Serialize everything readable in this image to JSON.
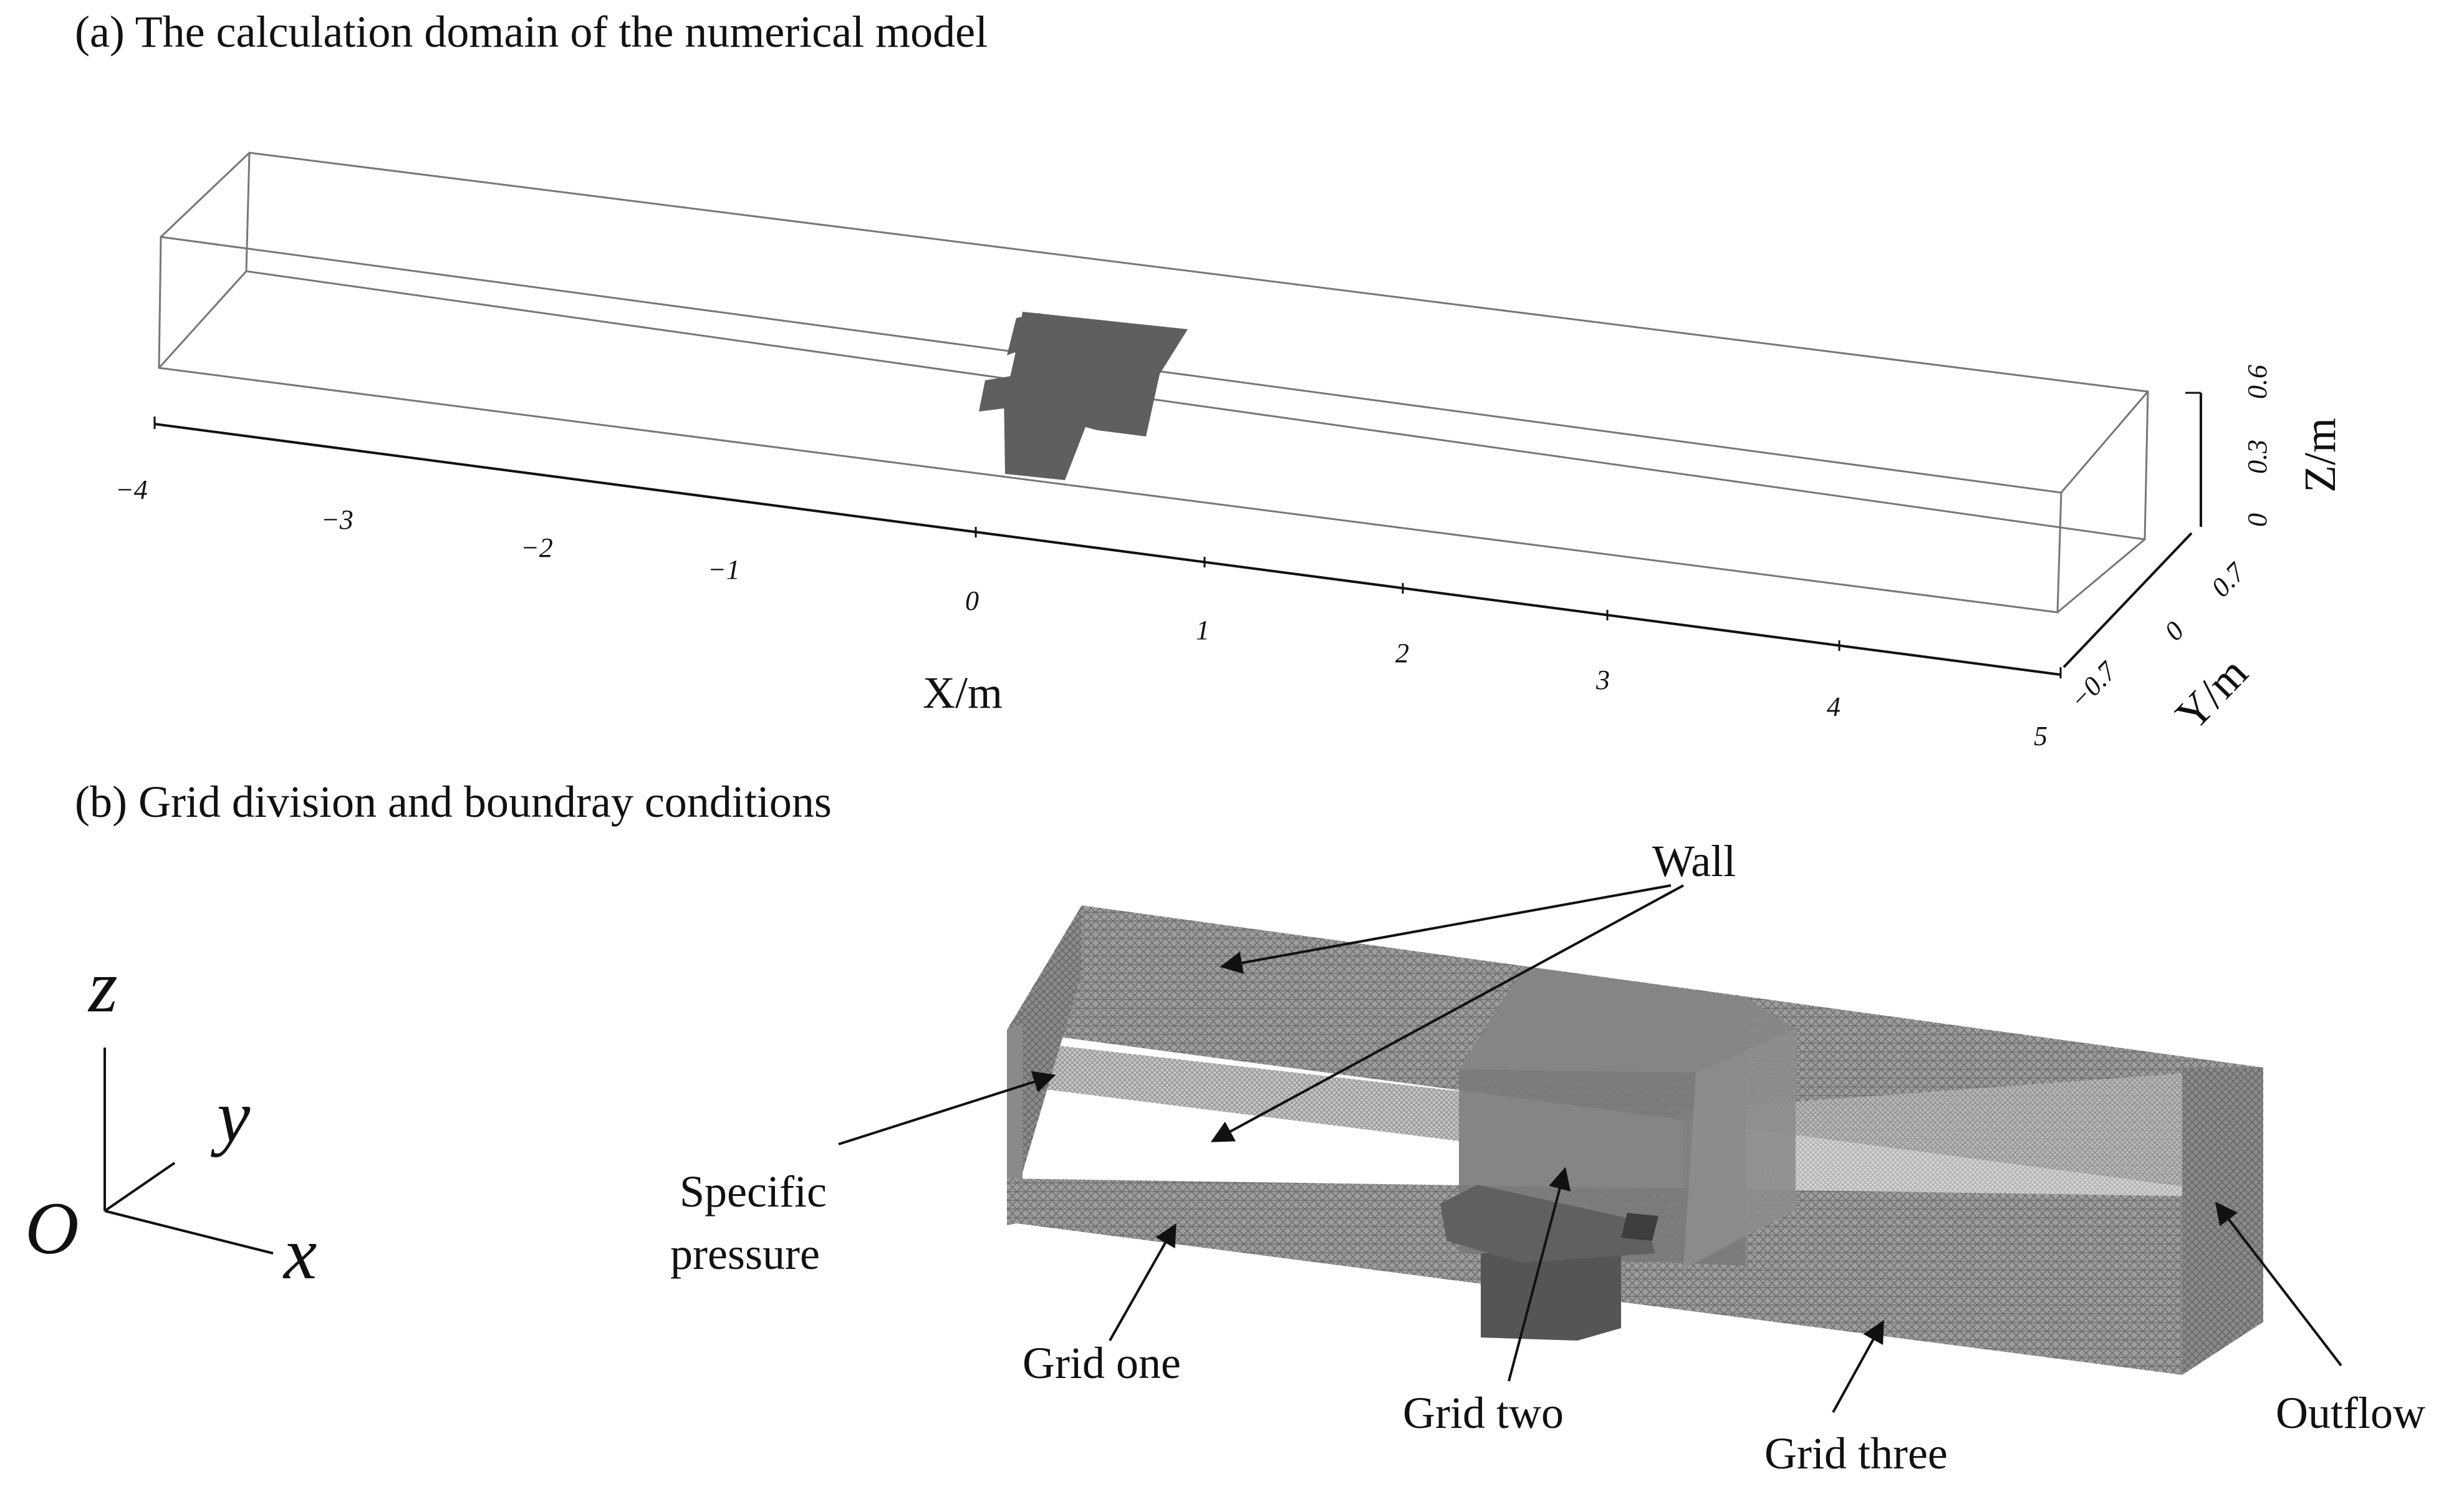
{
  "panel_a": {
    "caption": "(a) The calculation domain of the numerical model",
    "x_ticks": [
      "−4",
      "−3",
      "−2",
      "−1",
      "0",
      "1",
      "2",
      "3",
      "4",
      "5"
    ],
    "x_label": "X/m",
    "y_ticks": [
      "−0.7",
      "0",
      "0.7"
    ],
    "y_label": "Y/m",
    "z_ticks": [
      "0",
      "0.3",
      "0.6"
    ],
    "z_label": "Z/m"
  },
  "panel_b": {
    "caption": "(b) Grid division and boundray conditions",
    "axes": {
      "origin": "O",
      "x": "x",
      "y": "y",
      "z": "z"
    },
    "labels": {
      "wall": "Wall",
      "specific_line1": "Specific",
      "specific_line2": "pressure",
      "grid_one": "Grid one",
      "grid_two": "Grid two",
      "grid_three": "Grid three",
      "outflow": "Outflow"
    }
  },
  "colors": {
    "domain_edge": "#777777",
    "structure": "#5f5f5f",
    "mesh_light": "#a8a8a8",
    "mesh_dark": "#8a8a8a",
    "block": "#7b7b7b"
  }
}
